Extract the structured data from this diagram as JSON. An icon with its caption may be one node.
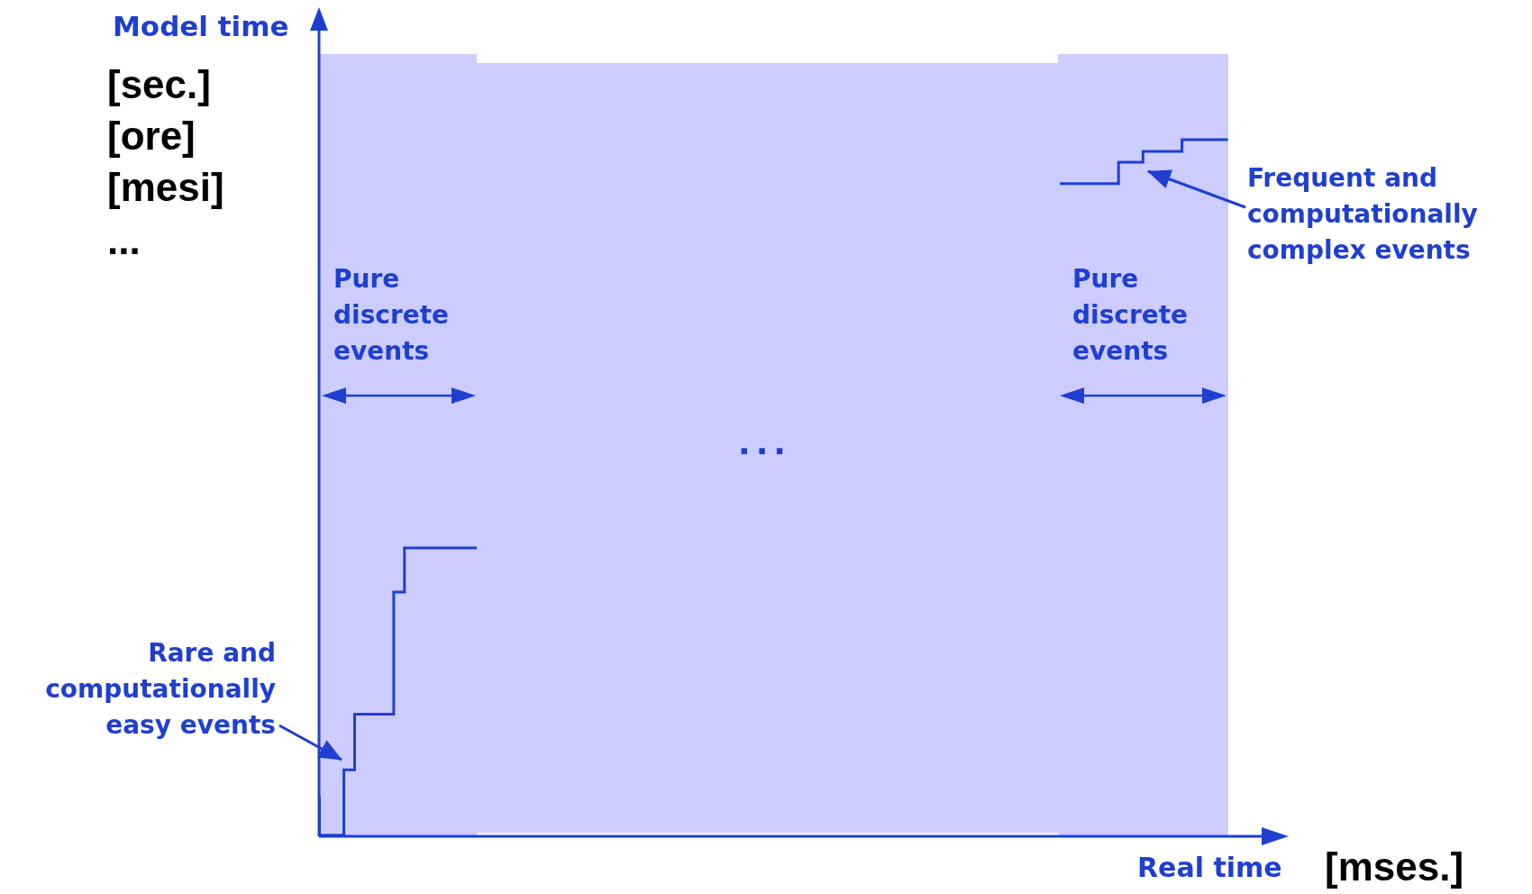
{
  "diagram": {
    "nodes": [
      {
        "text": [
          "Pure discrete events"
        ]
      },
      {
        "text": [
          "..."
        ]
      },
      {
        "text": [
          "Pure discrete events"
        ]
      },
      {
        "text": [
          "Rare and computationally easy events"
        ]
      },
      {
        "text": [
          "Frequent and computationally complex events"
        ]
      }
    ],
    "edges": [
      {
        "from": 3,
        "to": 0,
        "arrow": "to"
      },
      {
        "from": 4,
        "to": 2,
        "arrow": "to"
      }
    ],
    "labels": [
      "Model time",
      "[sec.]",
      "[ore]",
      "[mesi]",
      "...",
      "Real time",
      "[mses.]"
    ]
  }
}
